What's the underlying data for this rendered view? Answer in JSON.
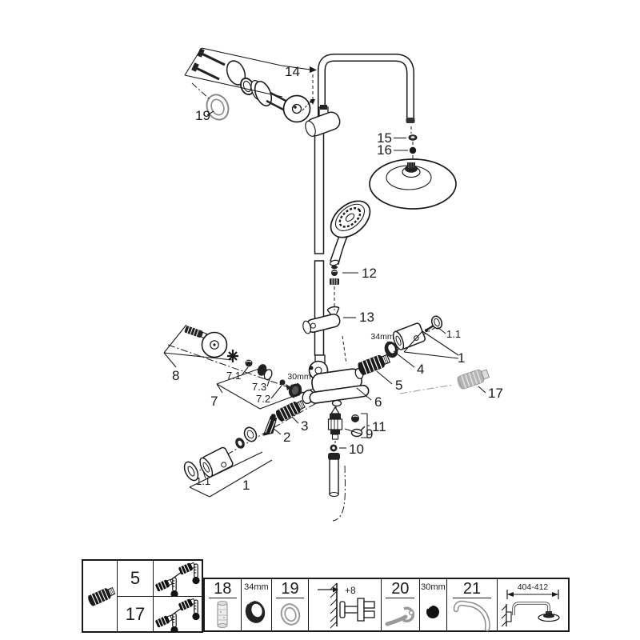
{
  "colors": {
    "line": "#1a1a1a",
    "grey_part": "#b5b5b5",
    "background": "#ffffff"
  },
  "diagram": {
    "callouts": {
      "c14": "14",
      "c19": "19",
      "c15": "15",
      "c16": "16",
      "c12": "12",
      "c13": "13",
      "c8": "8",
      "c7": "7",
      "c7_1": "7.1",
      "c7_3": "7.3",
      "c7_2": "7.2",
      "c30mm": "30mm",
      "c6": "6",
      "c5": "5",
      "c4": "4",
      "c34mm": "34mm",
      "c1_1_right": "1.1",
      "c1_right": "1",
      "c17": "17",
      "c11": "11",
      "c9": "9",
      "c10": "10",
      "c3": "3",
      "c2": "2",
      "c1_1_bottom": "1.1",
      "c1_bottom": "1"
    }
  },
  "table": {
    "group1": {
      "row1_num": "5",
      "row2_num": "17"
    },
    "group2": {
      "cell18_label": "18",
      "cell34mm_label": "34mm",
      "cell19_label": "19",
      "wall_offset_label": "+8",
      "cell20_label": "20",
      "cell30mm_label": "30mm",
      "cell21_label": "21",
      "arm_range_label": "404-412"
    }
  }
}
